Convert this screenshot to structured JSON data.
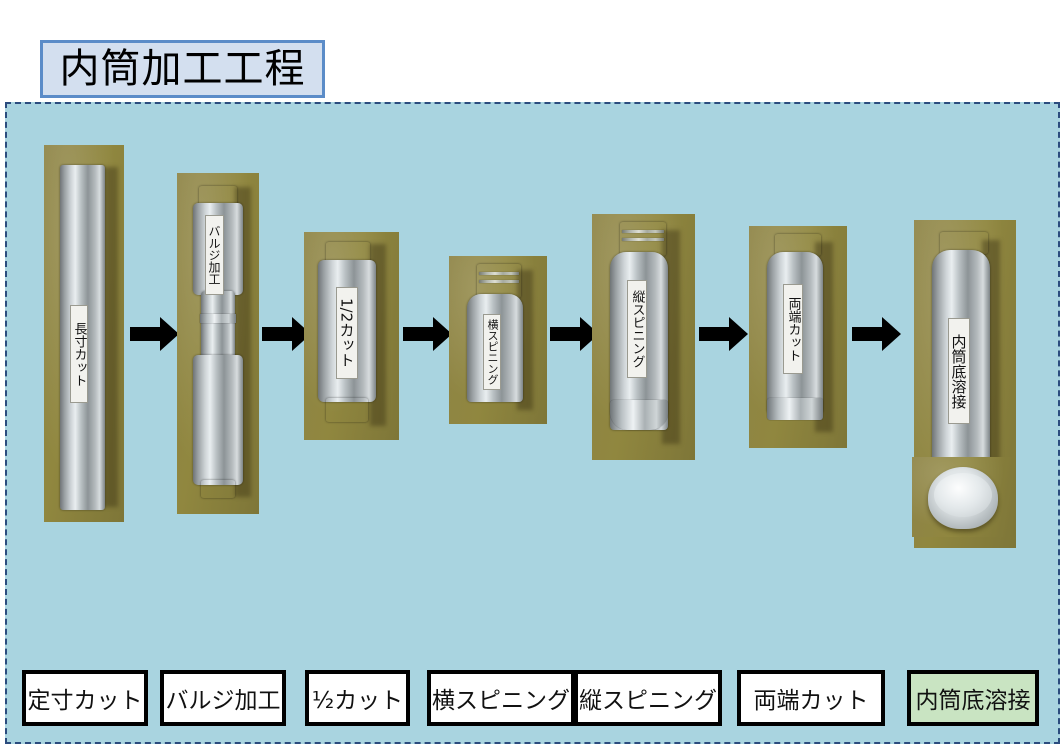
{
  "header": {
    "title": "内筒加工工程"
  },
  "panel": {
    "background_color": "#a9d4e0",
    "border_color": "#2b4c7e"
  },
  "colors": {
    "title_fill": "#d3dfef",
    "title_border": "#5b8cc8",
    "photo_background": "#8c8244",
    "label_fill": "#ffffff",
    "label_border": "#000000",
    "label_highlight_fill": "#c9e4c2",
    "arrow": "#000000"
  },
  "process_steps": [
    {
      "index": 1,
      "label": "定寸カット",
      "photo_caption": "長寸カット",
      "highlight": false
    },
    {
      "index": 2,
      "label": "バルジ加工",
      "photo_caption": "バルジ加工",
      "highlight": false
    },
    {
      "index": 3,
      "label": "½カット",
      "photo_caption": "1/2カット",
      "highlight": false
    },
    {
      "index": 4,
      "label": "横スピニング",
      "photo_caption": "横スピニング",
      "highlight": false
    },
    {
      "index": 5,
      "label": "縦スピニング",
      "photo_caption": "縦スピニング",
      "highlight": false
    },
    {
      "index": 6,
      "label": "両端カット",
      "photo_caption": "両端カット",
      "highlight": false
    },
    {
      "index": 7,
      "label": "内筒底溶接",
      "photo_caption": "内筒底溶接",
      "highlight": true
    }
  ],
  "extra_photo": {
    "name": "inner-cylinder-bottom-closeup",
    "caption": ""
  },
  "arrows": {
    "count": 6,
    "direction": "right",
    "glyph": "arrow-right-icon"
  }
}
